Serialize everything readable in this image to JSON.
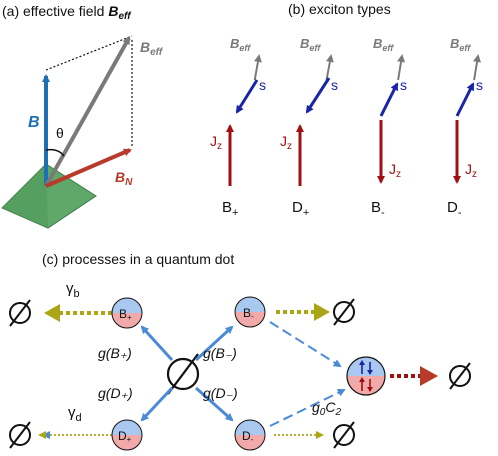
{
  "colors": {
    "blue": "#1f6fb5",
    "darkblue": "#1a24a8",
    "gray": "#7a7a7a",
    "red": "#b83a2a",
    "darkred": "#a01010",
    "green": "#5fa86a",
    "olive": "#aaa615",
    "lightblue": "#a9c8ef",
    "pink": "#f2a9a9",
    "dashblue": "#4a8ad8"
  },
  "panel_a": {
    "title_prefix": "(a) effective field ",
    "title_field": "B",
    "title_sub": "eff",
    "label_B": "B",
    "label_Beff": "B",
    "label_Beff_sub": "eff",
    "label_BN": "B",
    "label_BN_sub": "N",
    "label_theta": "θ"
  },
  "panel_b": {
    "title": "(b) exciton types",
    "columns": [
      {
        "beff": "B",
        "beff_sub": "eff",
        "s": "s",
        "j": "J",
        "j_sub": "z",
        "label": "B",
        "label_sub": "+"
      },
      {
        "beff": "B",
        "beff_sub": "eff",
        "s": "s",
        "j": "J",
        "j_sub": "z",
        "label": "D",
        "label_sub": "+"
      },
      {
        "beff": "B",
        "beff_sub": "eff",
        "s": "s",
        "j": "J",
        "j_sub": "z",
        "label": "B",
        "label_sub": "-"
      },
      {
        "beff": "B",
        "beff_sub": "eff",
        "s": "s",
        "j": "J",
        "j_sub": "z",
        "label": "D",
        "label_sub": "-"
      }
    ]
  },
  "panel_c": {
    "title": "(c) processes in a quantum dot",
    "empty_symbol": "∅",
    "gamma_b": "γ",
    "gamma_b_sub": "b",
    "gamma_d": "γ",
    "gamma_d_sub": "d",
    "states": {
      "bplus": {
        "main": "B",
        "sub": "+"
      },
      "dplus": {
        "main": "D",
        "sub": "+"
      },
      "bminus": {
        "main": "B",
        "sub": "-"
      },
      "dminus": {
        "main": "D",
        "sub": "-"
      }
    },
    "rates": {
      "g_bplus": "g(B₊)",
      "g_dplus": "g(D₊)",
      "g_bminus": "g(B₋)",
      "g_dminus": "g(D₋)"
    },
    "g0c2": "g",
    "g0c2_sub1": "0",
    "g0c2_mid": "C",
    "g0c2_sub2": "2"
  }
}
